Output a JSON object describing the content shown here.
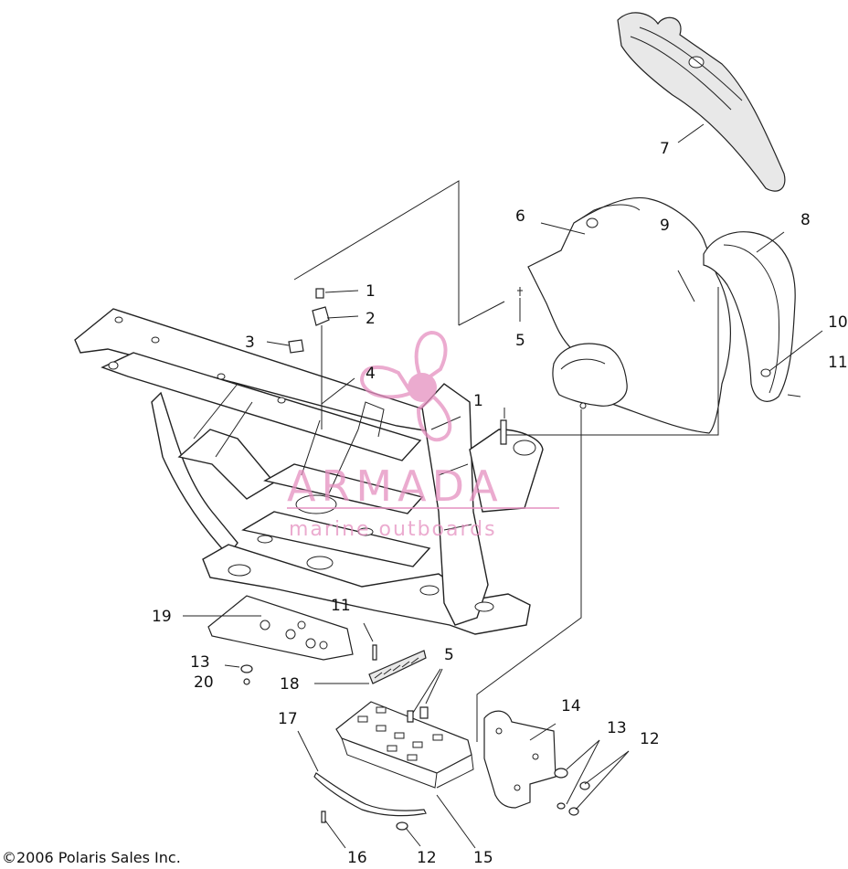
{
  "diagram": {
    "copyright": "©2006 Polaris Sales Inc.",
    "callouts": {
      "c1a": "1",
      "c2": "2",
      "c3": "3",
      "c4": "4",
      "c5a": "5",
      "c6": "6",
      "c7": "7",
      "c8": "8",
      "c9": "9",
      "c10": "10",
      "c11a": "11",
      "c1b": "1",
      "c19": "19",
      "c11b": "11",
      "c5b": "5",
      "c13a": "13",
      "c20": "20",
      "c18": "18",
      "c17": "17",
      "c14": "14",
      "c13b": "13",
      "c12a": "12",
      "c16": "16",
      "c12b": "12",
      "c15": "15"
    }
  },
  "watermark": {
    "name": "ARMADA",
    "tagline": "marine outboards",
    "color": "#e58fc0"
  }
}
